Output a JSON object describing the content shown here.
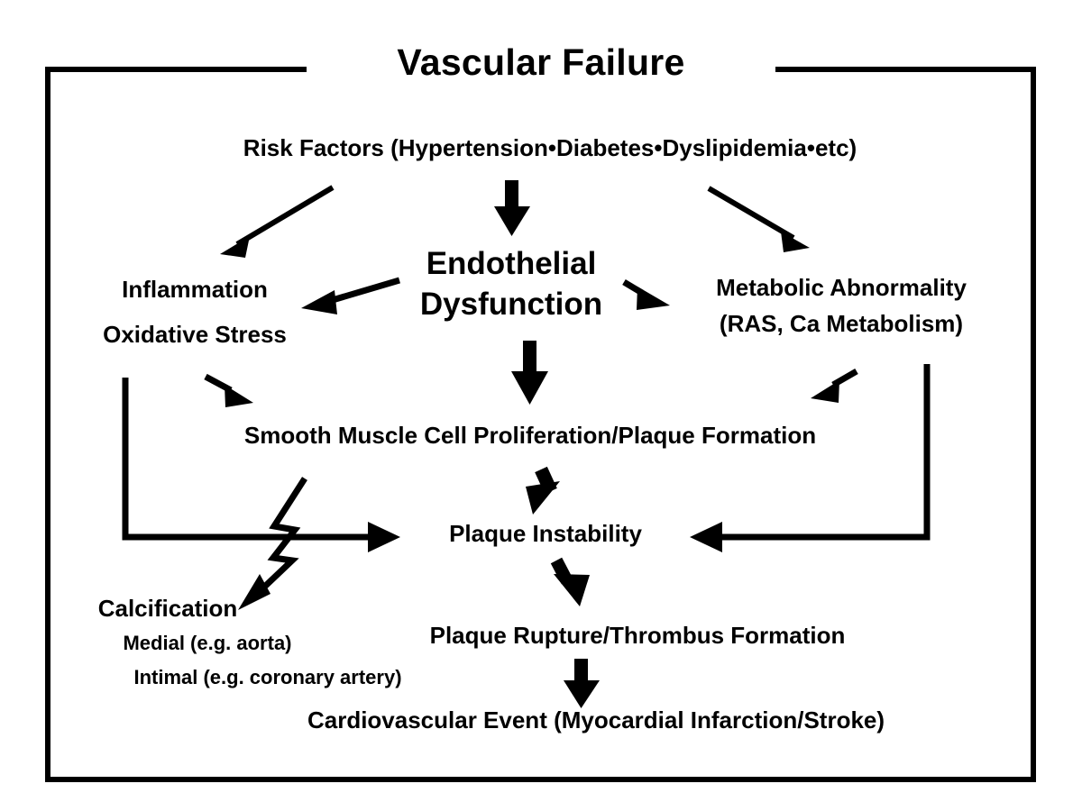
{
  "diagram": {
    "title": "Vascular Failure",
    "border_color": "#000000",
    "text_color": "#000000",
    "background": "#ffffff",
    "nodes": {
      "risk_factors": "Risk Factors (Hypertension•Diabetes•Dyslipidemia•etc)",
      "endothelial_line1": "Endothelial",
      "endothelial_line2": "Dysfunction",
      "inflammation": "Inflammation",
      "oxidative_stress": "Oxidative Stress",
      "metabolic_line1": "Metabolic Abnormality",
      "metabolic_line2": "(RAS, Ca Metabolism)",
      "smc_proliferation": "Smooth Muscle Cell Proliferation/Plaque Formation",
      "plaque_instability": "Plaque Instability",
      "calcification": "Calcification",
      "calcification_medial": "Medial (e.g. aorta)",
      "calcification_intimal": "Intimal (e.g. coronary artery)",
      "plaque_rupture": "Plaque Rupture/Thrombus Formation",
      "cardiovascular_event": "Cardiovascular Event (Myocardial Infarction/Stroke)"
    }
  }
}
